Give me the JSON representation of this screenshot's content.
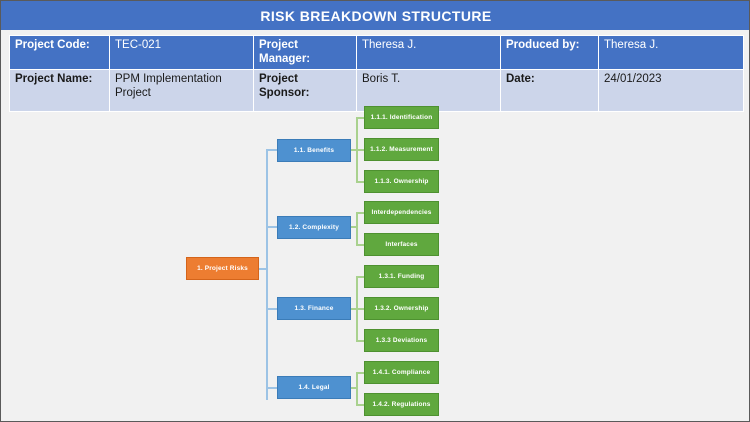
{
  "header": {
    "title": "RISK BREAKDOWN STRUCTURE",
    "bar_color": "#4472C4"
  },
  "info_table": {
    "rows": [
      {
        "cells": [
          {
            "kind": "label",
            "text": "Project Code:"
          },
          {
            "kind": "value",
            "text": "TEC-021"
          },
          {
            "kind": "label",
            "text": "Project Manager:"
          },
          {
            "kind": "value",
            "text": "Theresa J."
          },
          {
            "kind": "label",
            "text": "Produced by:"
          },
          {
            "kind": "value",
            "text": "Theresa J."
          }
        ]
      },
      {
        "cells": [
          {
            "kind": "label",
            "text": "Project Name:"
          },
          {
            "kind": "value",
            "text": "PPM Implementation Project"
          },
          {
            "kind": "label",
            "text": "Project Sponsor:"
          },
          {
            "kind": "value",
            "text": "Boris T."
          },
          {
            "kind": "label",
            "text": "Date:"
          },
          {
            "kind": "value",
            "text": "24/01/2023"
          }
        ]
      }
    ]
  },
  "diagram": {
    "colors": {
      "root": "#ED7D31",
      "level2": "#4E91D0",
      "level3": "#60A83E",
      "connector_blue": "#9CC3E5",
      "connector_green": "#A9D18E",
      "canvas": "#F1F1F1"
    },
    "root": {
      "label": "1. Project Risks"
    },
    "branches": [
      {
        "label": "1.1. Benefits",
        "children": [
          {
            "label": "1.1.1. Identification"
          },
          {
            "label": "1.1.2. Measurement"
          },
          {
            "label": "1.1.3. Ownership"
          }
        ]
      },
      {
        "label": "1.2.  Complexity",
        "children": [
          {
            "label": "Interdependencies"
          },
          {
            "label": "Interfaces"
          }
        ]
      },
      {
        "label": "1.3. Finance",
        "children": [
          {
            "label": "1.3.1. Funding"
          },
          {
            "label": "1.3.2. Ownership"
          },
          {
            "label": "1.3.3 Deviations"
          }
        ]
      },
      {
        "label": "1.4. Legal",
        "children": [
          {
            "label": "1.4.1. Compliance"
          },
          {
            "label": "1.4.2. Regulations"
          }
        ]
      }
    ]
  }
}
